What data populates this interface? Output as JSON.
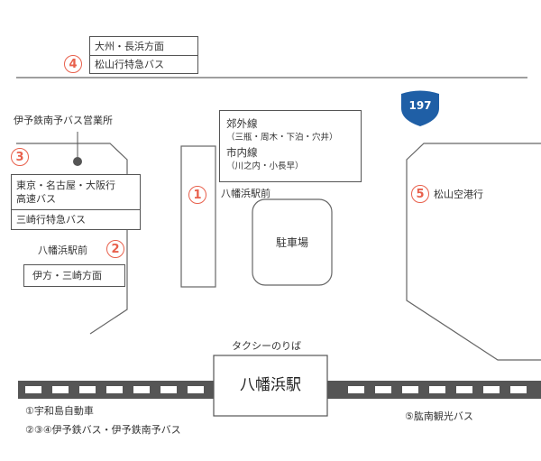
{
  "colors": {
    "accent": "#e8604c",
    "route_shield": "#1f5fa6",
    "rail": "#555555",
    "line": "#666666"
  },
  "stops": [
    {
      "number": "4",
      "lines": [
        "大州・長浜方面",
        "松山行特急バス"
      ]
    },
    {
      "number": "3",
      "caption": "伊予鉄南予バス営業所",
      "lines": [
        "東京・名古屋・大阪行",
        "高速バス",
        "三崎行特急バス"
      ]
    },
    {
      "number": "2",
      "caption": "八幡浜駅前",
      "lines": [
        "伊方・三崎方面"
      ]
    },
    {
      "number": "1",
      "caption": "八幡浜駅前",
      "lines": [
        "郊外線",
        "（三瓶・周木・下泊・穴井）",
        "市内線",
        "（川之内・小長早）"
      ]
    },
    {
      "number": "5",
      "caption": "松山空港行"
    }
  ],
  "route": {
    "number": "197",
    "icon": "national-route-shield-icon"
  },
  "parking": "駐車場",
  "taxi": "タクシーのりば",
  "station": "八幡浜駅",
  "legend": {
    "line1": "①宇和島自動車",
    "line2": "②③④伊予鉄バス・伊予鉄南予バス",
    "line3": "⑤肱南観光バス"
  }
}
